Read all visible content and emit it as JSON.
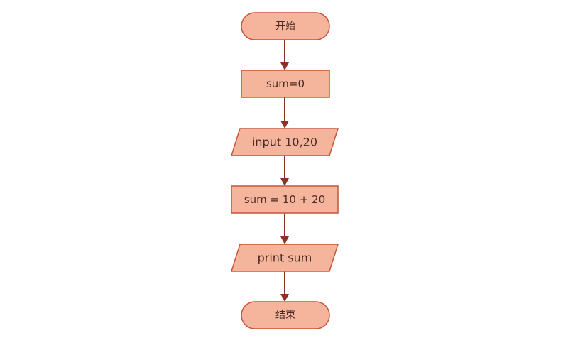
{
  "diagram": {
    "type": "flowchart",
    "colors": {
      "node_fill": "#f5b49c",
      "node_stroke": "#c9543a",
      "arrow": "#8b3226",
      "text": "#4a2a22"
    },
    "nodes": [
      {
        "id": "start",
        "shape": "terminator",
        "label": "开始"
      },
      {
        "id": "init",
        "shape": "process",
        "label": "sum=0"
      },
      {
        "id": "input",
        "shape": "parallelogram",
        "label": "input 10,20"
      },
      {
        "id": "calc",
        "shape": "process",
        "label": "sum = 10 + 20"
      },
      {
        "id": "output",
        "shape": "parallelogram",
        "label": "print sum"
      },
      {
        "id": "end",
        "shape": "terminator",
        "label": "结束"
      }
    ],
    "edges": [
      {
        "from": "start",
        "to": "init"
      },
      {
        "from": "init",
        "to": "input"
      },
      {
        "from": "input",
        "to": "calc"
      },
      {
        "from": "calc",
        "to": "output"
      },
      {
        "from": "output",
        "to": "end"
      }
    ]
  }
}
